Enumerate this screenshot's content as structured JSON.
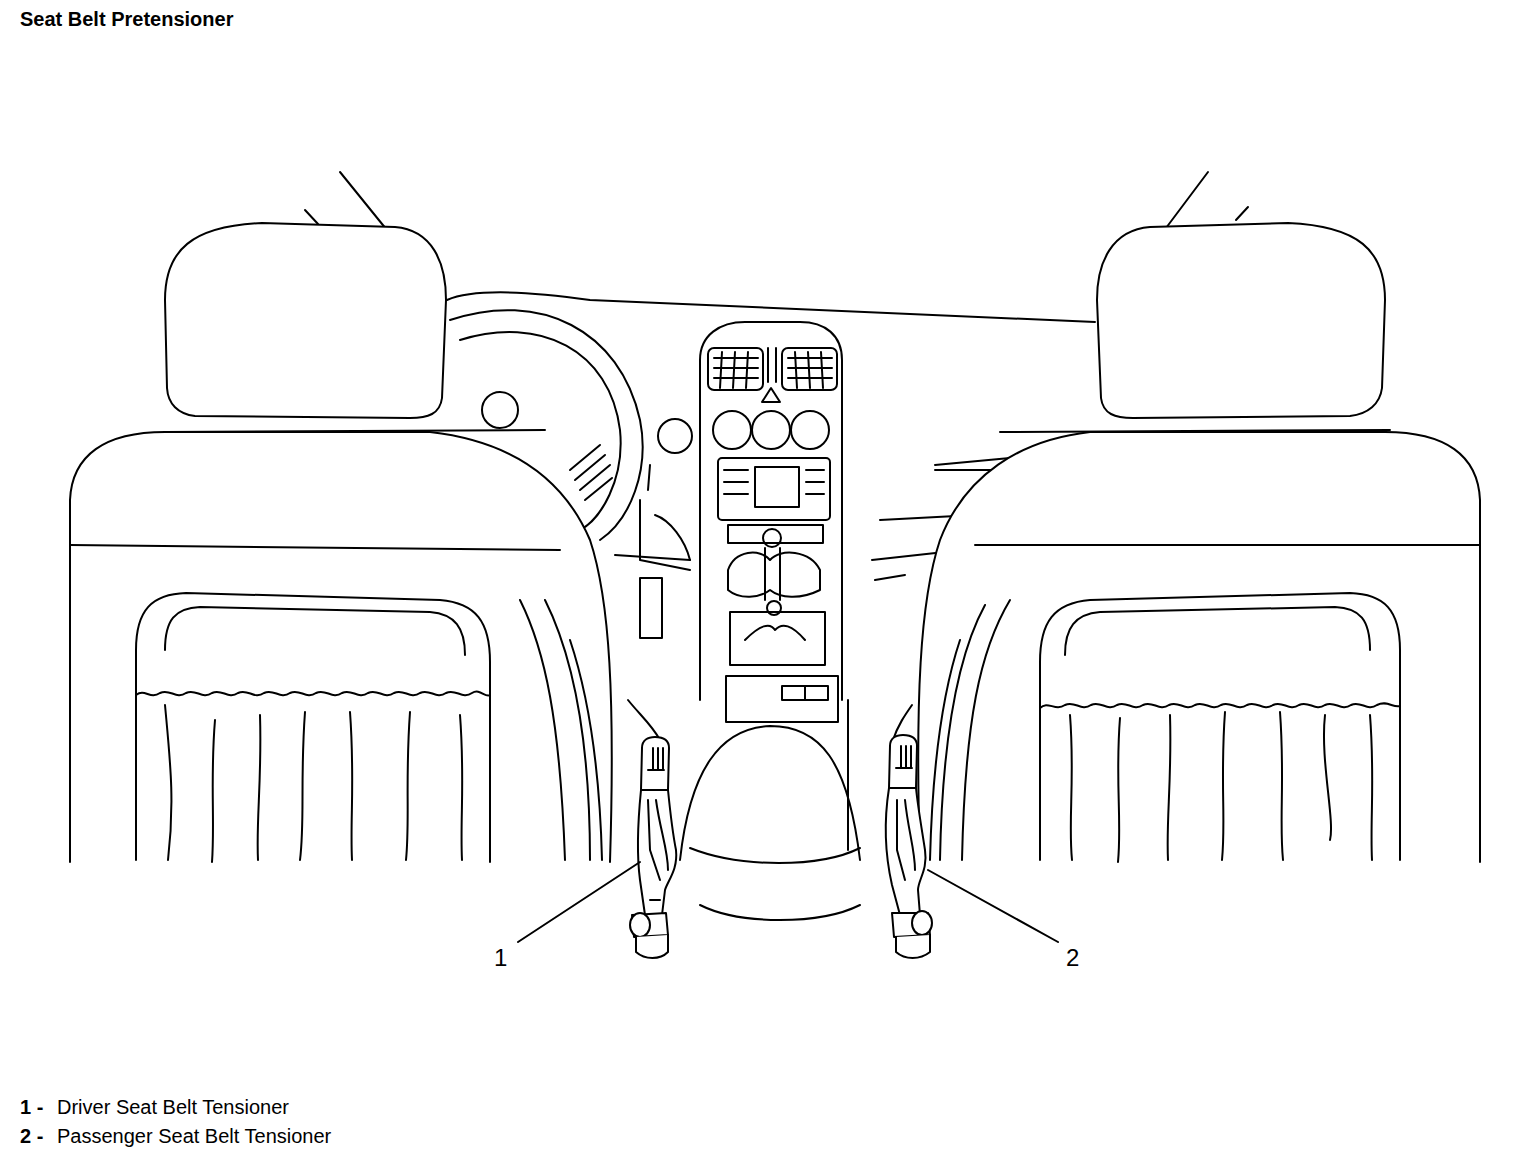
{
  "diagram": {
    "title": "Seat Belt Pretensioner",
    "labels": [
      "1",
      "2",
      "1 -",
      "Driver Seat Belt Tensioner",
      "2 -",
      "Passenger Seat Belt Tensioner"
    ]
  }
}
